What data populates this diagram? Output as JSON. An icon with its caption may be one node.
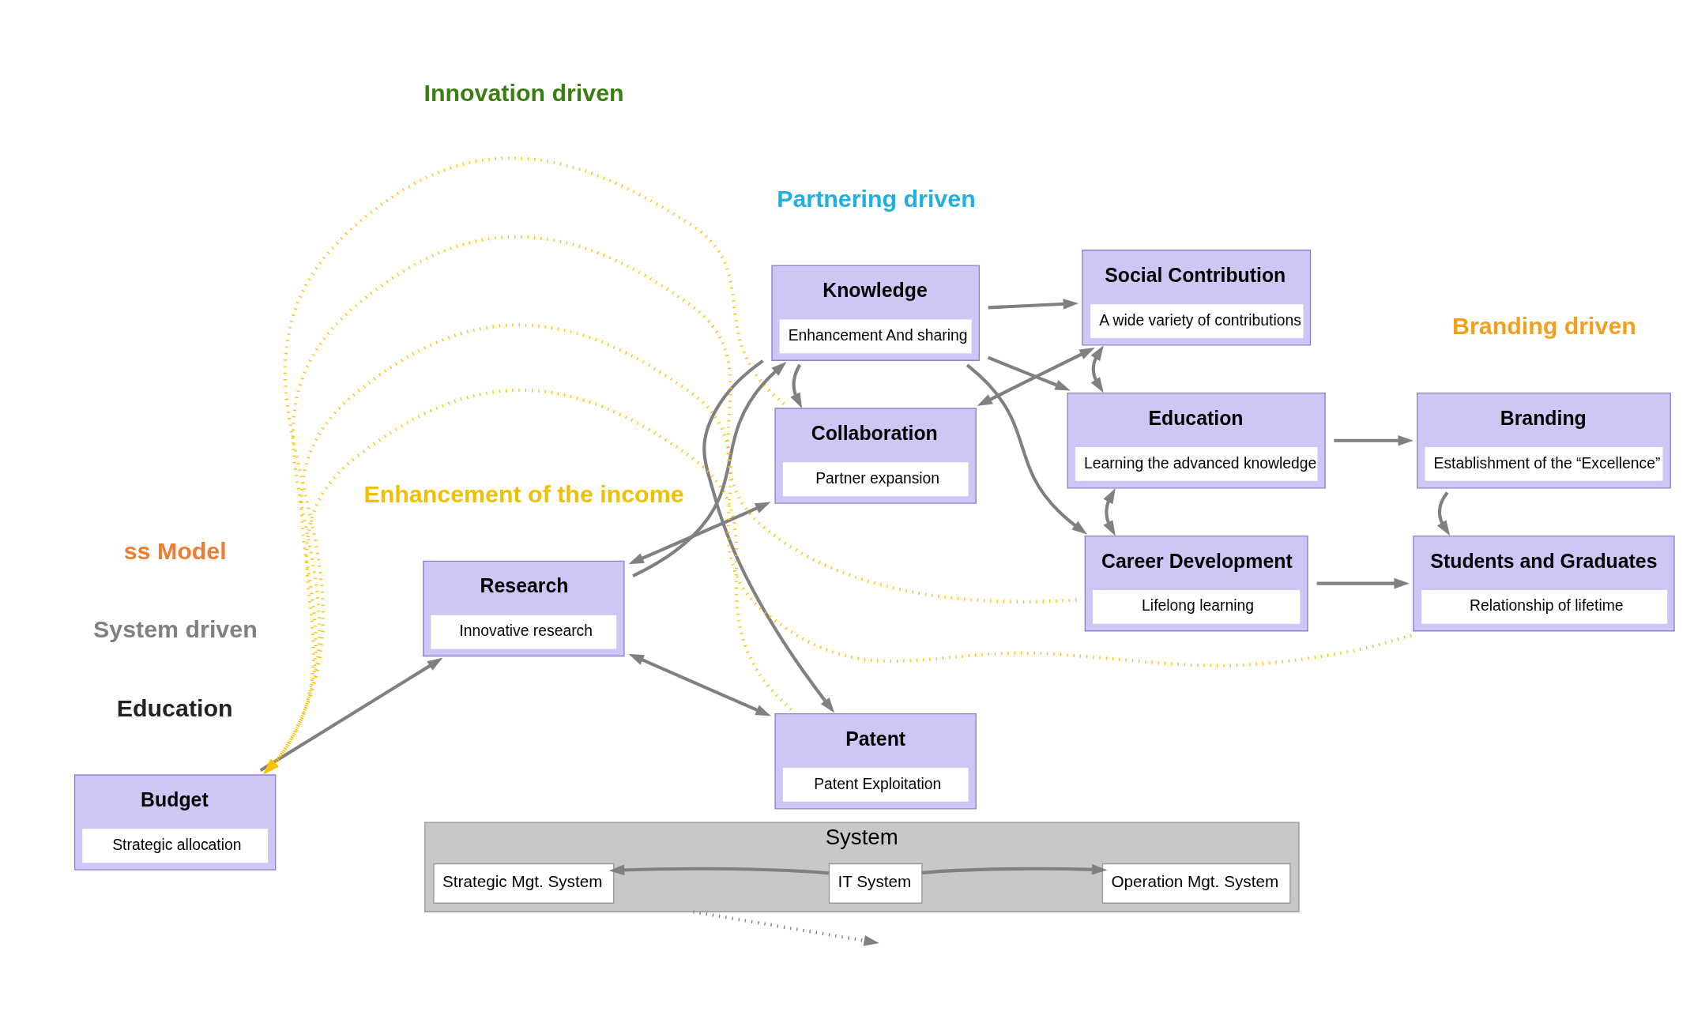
{
  "diagram": {
    "nodes": [
      {
        "text": [
          "Budget",
          "Strategic allocation"
        ]
      },
      {
        "text": [
          "Research",
          "Innovative research"
        ]
      },
      {
        "text": [
          "Collaboration",
          "Partner expansion"
        ]
      },
      {
        "text": [
          "Knowledge",
          "Enhancement And sharing"
        ]
      },
      {
        "text": [
          "Patent",
          "Patent Exploitation"
        ]
      },
      {
        "text": [
          "Social Contribution",
          "A wide variety of contributions"
        ]
      },
      {
        "text": [
          "Education",
          "Learning the advanced knowledge"
        ]
      },
      {
        "text": [
          "Career Development",
          "Lifelong learning"
        ]
      },
      {
        "text": [
          "Branding",
          "Establishment of the “Excellence”"
        ]
      },
      {
        "text": [
          "Students and Graduates",
          "Relationship of lifetime"
        ]
      },
      {
        "text": [
          "System"
        ]
      },
      {
        "text": [
          "Strategic Mgt. System"
        ],
        "in": 10
      },
      {
        "text": [
          "IT System"
        ],
        "in": 10
      },
      {
        "text": [
          "Operation Mgt. System"
        ],
        "in": 10
      }
    ],
    "edges": [
      {
        "from": 0,
        "to": 1,
        "arrow": "to"
      },
      {
        "from": 1,
        "to": 3,
        "arrow": "to"
      },
      {
        "from": 1,
        "to": 2,
        "arrow": "both"
      },
      {
        "from": 1,
        "to": 4,
        "arrow": "both"
      },
      {
        "from": 3,
        "to": 2,
        "arrow": "to"
      },
      {
        "from": 3,
        "to": 4,
        "arrow": "to"
      },
      {
        "from": 3,
        "to": 6,
        "arrow": "to"
      },
      {
        "from": 2,
        "to": 5,
        "arrow": "both"
      },
      {
        "from": 3,
        "to": 5,
        "arrow": "to"
      },
      {
        "from": 3,
        "to": 7,
        "arrow": "to"
      },
      {
        "from": 5,
        "to": 6,
        "arrow": "both"
      },
      {
        "from": 6,
        "to": 7,
        "arrow": "both"
      },
      {
        "from": 6,
        "to": 8,
        "arrow": "to"
      },
      {
        "from": 8,
        "to": 9,
        "arrow": "to"
      },
      {
        "from": 7,
        "to": 9,
        "arrow": "to"
      },
      {
        "from": 12,
        "to": 11,
        "arrow": "to"
      },
      {
        "from": 12,
        "to": 13,
        "arrow": "to"
      },
      {
        "from": 2,
        "to": 0,
        "arrow": "to",
        "style": "dashed",
        "color": "#ffc000"
      },
      {
        "from": 4,
        "to": 0,
        "arrow": "to",
        "style": "dashed",
        "color": "#ffc000"
      },
      {
        "from": 7,
        "to": 0,
        "arrow": "to",
        "style": "dashed",
        "color": "#ffc000"
      },
      {
        "from": 9,
        "to": 0,
        "arrow": "to",
        "style": "dashed",
        "color": "#ffc000"
      },
      {
        "from": 10,
        "to": null,
        "arrow": "to",
        "style": "dashed",
        "color": "#808080"
      }
    ],
    "labels": [
      "Education",
      "ss Model",
      "Partnering driven",
      "Branding driven",
      "Innovation driven",
      "Enhancement of the income",
      "System driven"
    ]
  }
}
